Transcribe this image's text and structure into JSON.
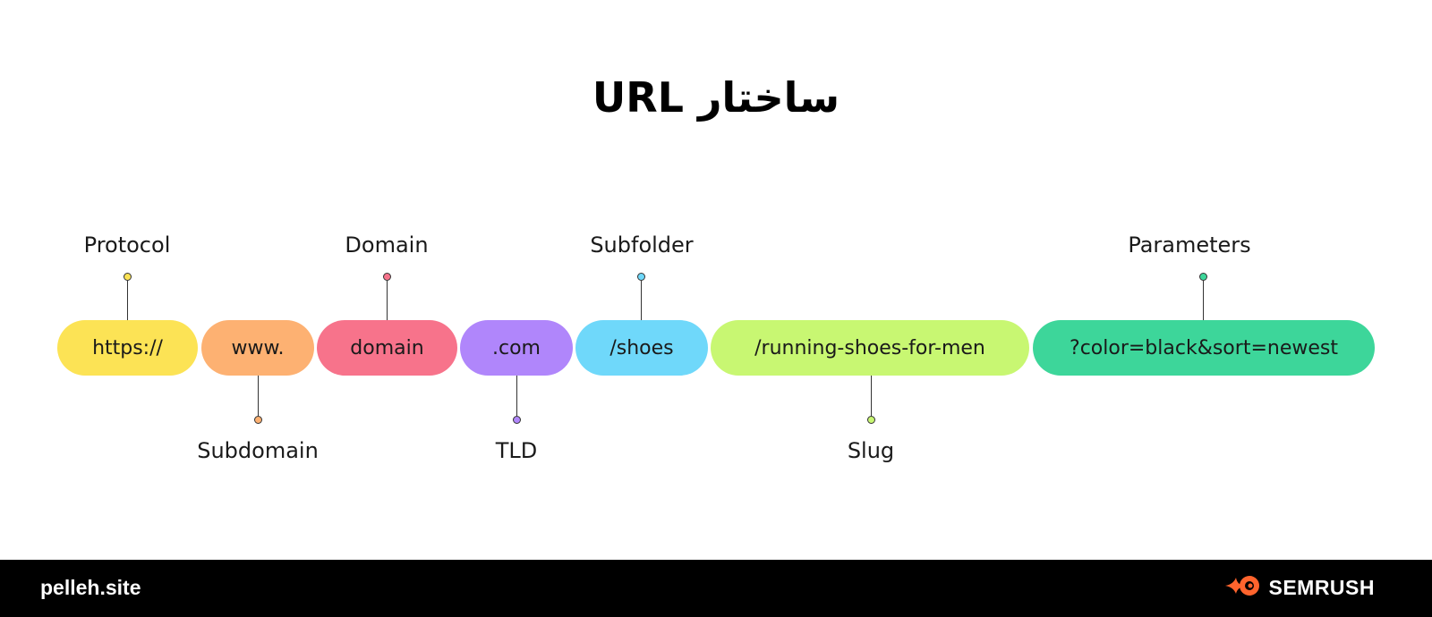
{
  "title": "ساختار URL",
  "segments": [
    {
      "text": "https://",
      "color": "#FCE355"
    },
    {
      "text": "www.",
      "color": "#FDB172"
    },
    {
      "text": "domain",
      "color": "#F7738B"
    },
    {
      "text": ".com",
      "color": "#B086FB"
    },
    {
      "text": "/shoes",
      "color": "#6FD8FA"
    },
    {
      "text": "/running-shoes-for-men",
      "color": "#C8F772"
    },
    {
      "text": "?color=black&sort=newest",
      "color": "#3DD69A"
    }
  ],
  "labels": {
    "protocol": "Protocol",
    "subdomain": "Subdomain",
    "domain": "Domain",
    "tld": "TLD",
    "subfolder": "Subfolder",
    "slug": "Slug",
    "parameters": "Parameters"
  },
  "footer": {
    "site": "pelleh.site",
    "brand": "SEMRUSH",
    "background": "#000000",
    "brand_icon": "semrush-fire-logo-icon",
    "brand_icon_color": "#FF642D"
  }
}
